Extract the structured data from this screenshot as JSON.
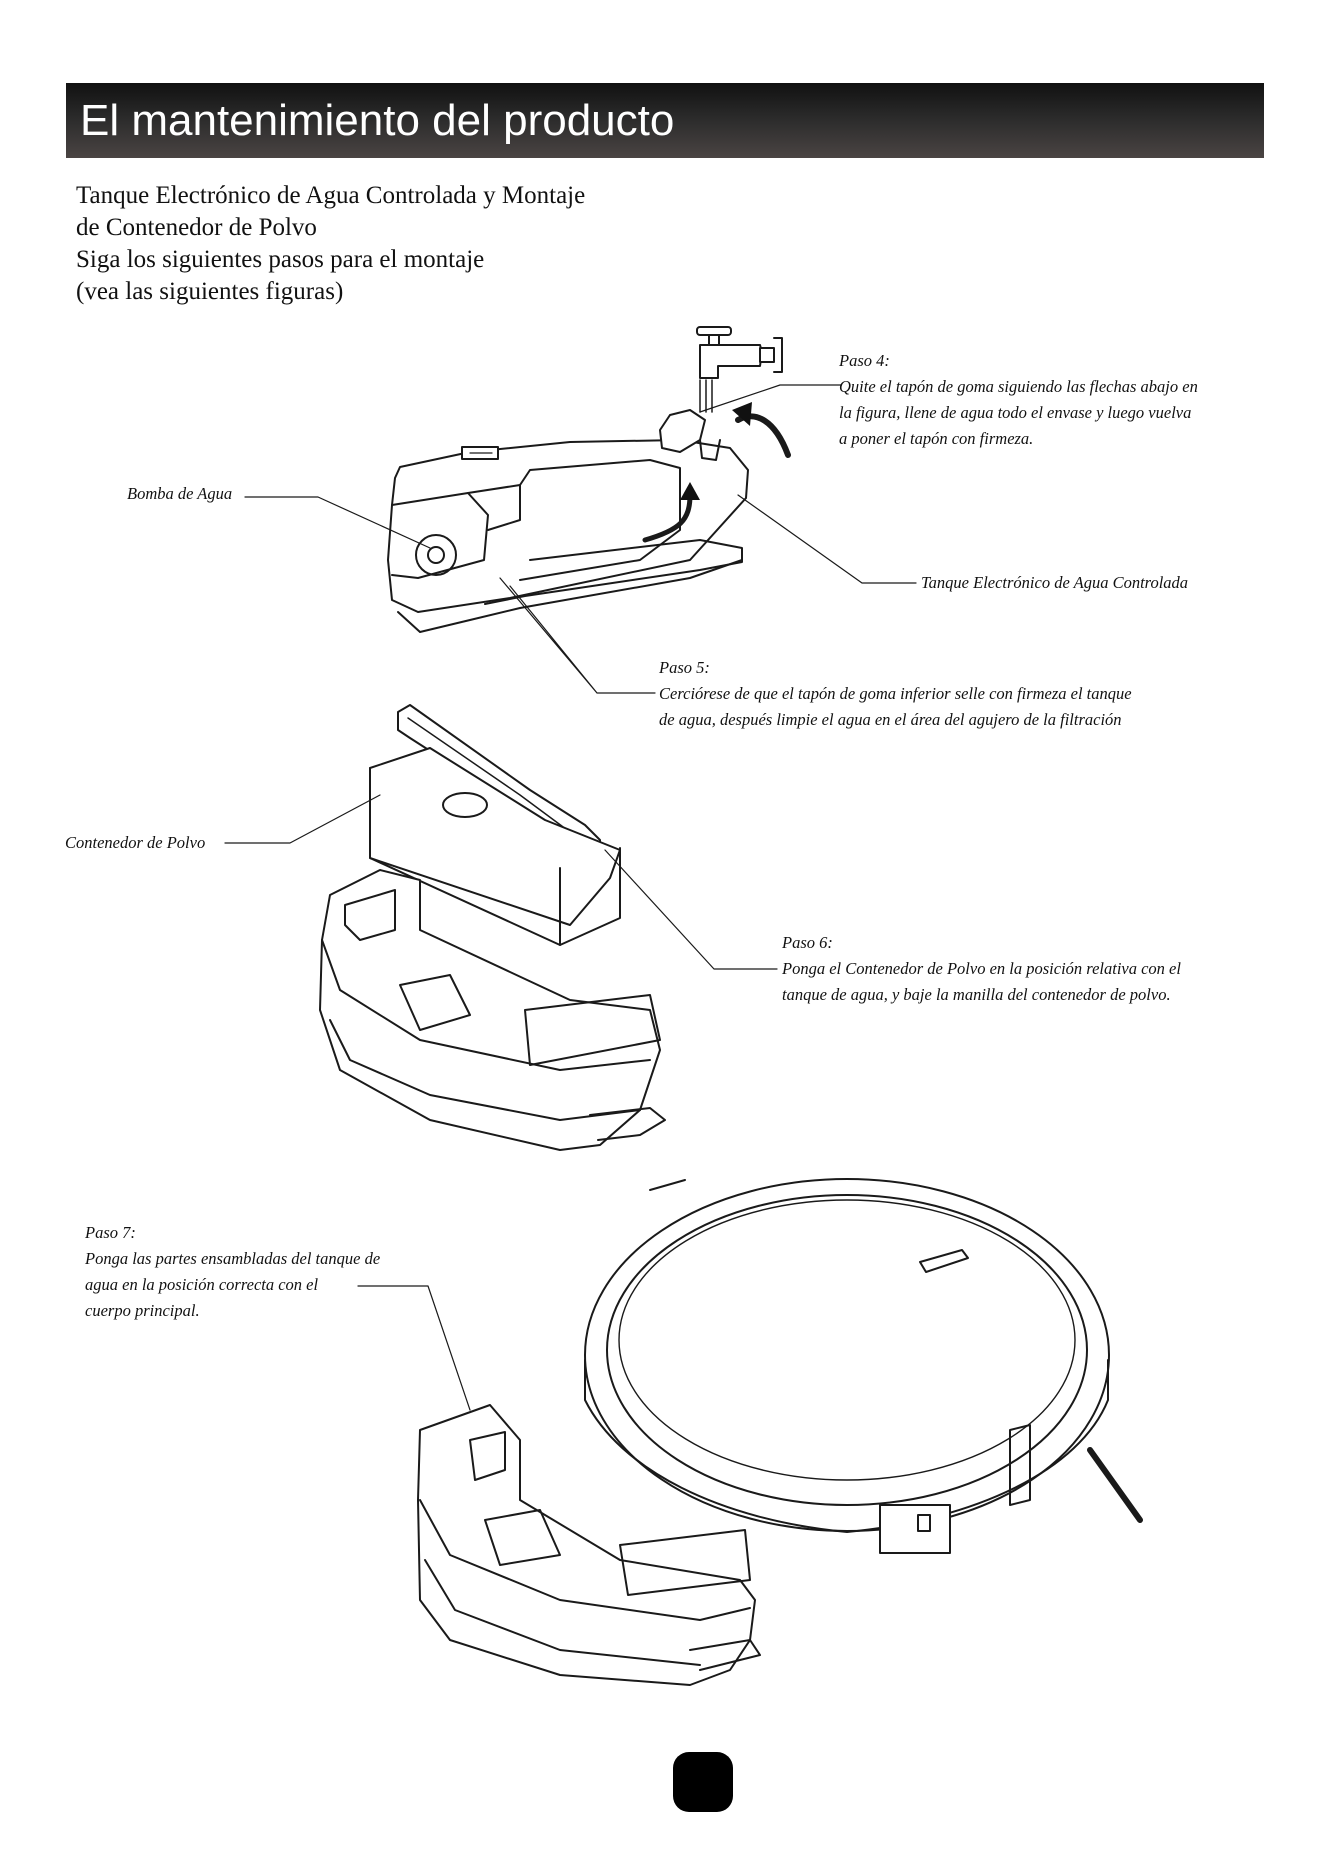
{
  "header": {
    "title": "El mantenimiento del producto"
  },
  "intro": {
    "lines": [
      "Tanque Electrónico de Agua Controlada y Montaje",
      "de Contenedor de Polvo",
      "Siga los siguientes pasos para el montaje",
      "(vea las siguientes figuras)"
    ]
  },
  "labels": {
    "bomba": "Bomba de Agua",
    "tanque": "Tanque Electrónico de Agua Controlada",
    "contenedor": "Contenedor de Polvo"
  },
  "steps": {
    "paso4": {
      "title": "Paso 4:",
      "lines": [
        "Quite el tapón de goma siguiendo las flechas abajo en",
        "la figura, llene de agua todo el envase y luego vuelva",
        "a poner el tapón con firmeza."
      ]
    },
    "paso5": {
      "title": "Paso 5:",
      "lines": [
        "Cerciórese de que el tapón de goma inferior selle con firmeza el tanque",
        "de agua, después limpie el agua en el área del agujero de la filtración"
      ]
    },
    "paso6": {
      "title": "Paso 6:",
      "lines": [
        "Ponga el Contenedor de Polvo en la posición relativa con el",
        "tanque de agua, y baje la manilla del contenedor de polvo."
      ]
    },
    "paso7": {
      "title": "Paso 7:",
      "lines": [
        "Ponga las partes ensambladas del tanque de",
        "agua en la posición correcta con el",
        "cuerpo principal."
      ]
    }
  },
  "figures": {
    "fig1": "water-tank-with-faucet",
    "fig2": "dust-container-above-tank",
    "fig3": "tank-assembly-and-robot-body"
  }
}
